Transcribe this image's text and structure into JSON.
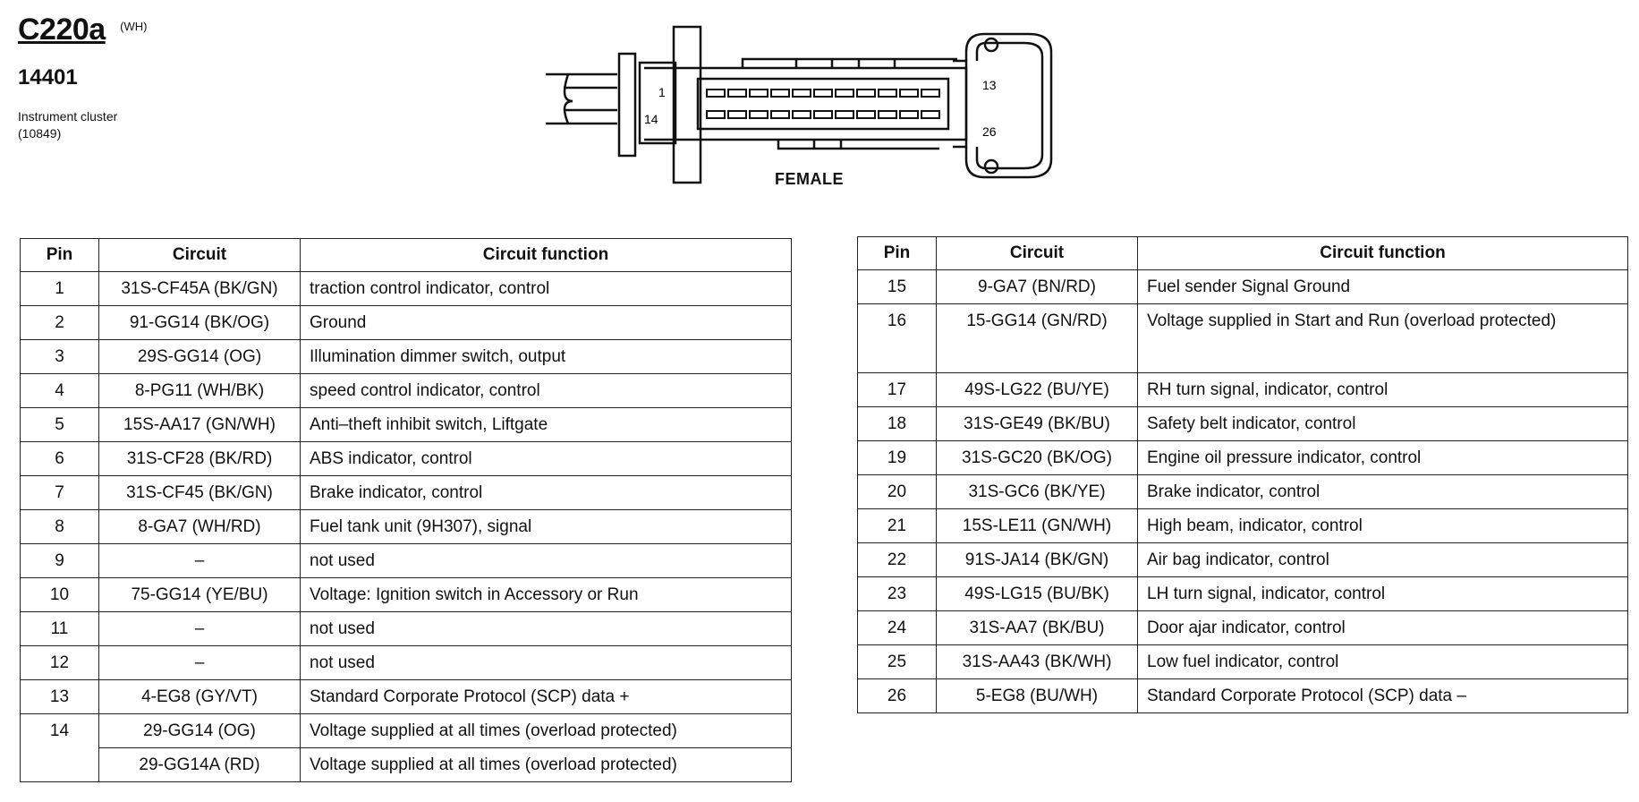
{
  "header": {
    "connector_id": "C220a",
    "connector_color": "(WH)",
    "part_number": "14401",
    "component": "Instrument cluster",
    "component_ref": "(10849)"
  },
  "diagram": {
    "pin_labels": {
      "top_left": "1",
      "bottom_left": "14",
      "top_right": "13",
      "bottom_right": "26"
    },
    "gender_label": "FEMALE"
  },
  "table_headers": {
    "pin": "Pin",
    "circuit": "Circuit",
    "function": "Circuit function"
  },
  "left_rows": [
    {
      "pin": "1",
      "circuit": "31S-CF45A (BK/GN)",
      "function": "traction control indicator, control"
    },
    {
      "pin": "2",
      "circuit": "91-GG14 (BK/OG)",
      "function": "Ground"
    },
    {
      "pin": "3",
      "circuit": "29S-GG14 (OG)",
      "function": "Illumination dimmer switch, output"
    },
    {
      "pin": "4",
      "circuit": "8-PG11 (WH/BK)",
      "function": "speed control indicator, control"
    },
    {
      "pin": "5",
      "circuit": "15S-AA17 (GN/WH)",
      "function": "Anti–theft inhibit switch, Liftgate"
    },
    {
      "pin": "6",
      "circuit": "31S-CF28 (BK/RD)",
      "function": "ABS indicator, control"
    },
    {
      "pin": "7",
      "circuit": "31S-CF45 (BK/GN)",
      "function": "Brake indicator, control"
    },
    {
      "pin": "8",
      "circuit": "8-GA7 (WH/RD)",
      "function": "Fuel tank unit (9H307), signal"
    },
    {
      "pin": "9",
      "circuit": "–",
      "function": "not used"
    },
    {
      "pin": "10",
      "circuit": "75-GG14 (YE/BU)",
      "function": "Voltage: Ignition switch in Accessory or Run"
    },
    {
      "pin": "11",
      "circuit": "–",
      "function": "not used"
    },
    {
      "pin": "12",
      "circuit": "–",
      "function": "not used"
    },
    {
      "pin": "13",
      "circuit": "4-EG8 (GY/VT)",
      "function": "Standard Corporate Protocol (SCP) data +"
    },
    {
      "pin": "14",
      "circuit": "29-GG14 (OG)",
      "function": "Voltage supplied at all times (overload protected)"
    },
    {
      "pin": "",
      "circuit": "29-GG14A (RD)",
      "function": "Voltage supplied at all times (overload protected)"
    }
  ],
  "right_rows": [
    {
      "pin": "15",
      "circuit": "9-GA7 (BN/RD)",
      "function": "Fuel sender Signal Ground"
    },
    {
      "pin": "16",
      "circuit": "15-GG14 (GN/RD)",
      "function": "Voltage supplied in Start and Run (overload protected)"
    },
    {
      "pin": "17",
      "circuit": "49S-LG22 (BU/YE)",
      "function": "RH turn signal, indicator, control"
    },
    {
      "pin": "18",
      "circuit": "31S-GE49 (BK/BU)",
      "function": "Safety belt indicator, control"
    },
    {
      "pin": "19",
      "circuit": "31S-GC20 (BK/OG)",
      "function": "Engine oil pressure indicator, control"
    },
    {
      "pin": "20",
      "circuit": "31S-GC6 (BK/YE)",
      "function": "Brake indicator, control"
    },
    {
      "pin": "21",
      "circuit": "15S-LE11 (GN/WH)",
      "function": "High beam, indicator, control"
    },
    {
      "pin": "22",
      "circuit": "91S-JA14 (BK/GN)",
      "function": "Air bag indicator, control"
    },
    {
      "pin": "23",
      "circuit": "49S-LG15 (BU/BK)",
      "function": "LH turn signal, indicator, control"
    },
    {
      "pin": "24",
      "circuit": "31S-AA7 (BK/BU)",
      "function": "Door ajar indicator, control"
    },
    {
      "pin": "25",
      "circuit": "31S-AA43 (BK/WH)",
      "function": "Low fuel indicator, control"
    },
    {
      "pin": "26",
      "circuit": "5-EG8 (BU/WH)",
      "function": "Standard Corporate Protocol (SCP) data –"
    }
  ]
}
